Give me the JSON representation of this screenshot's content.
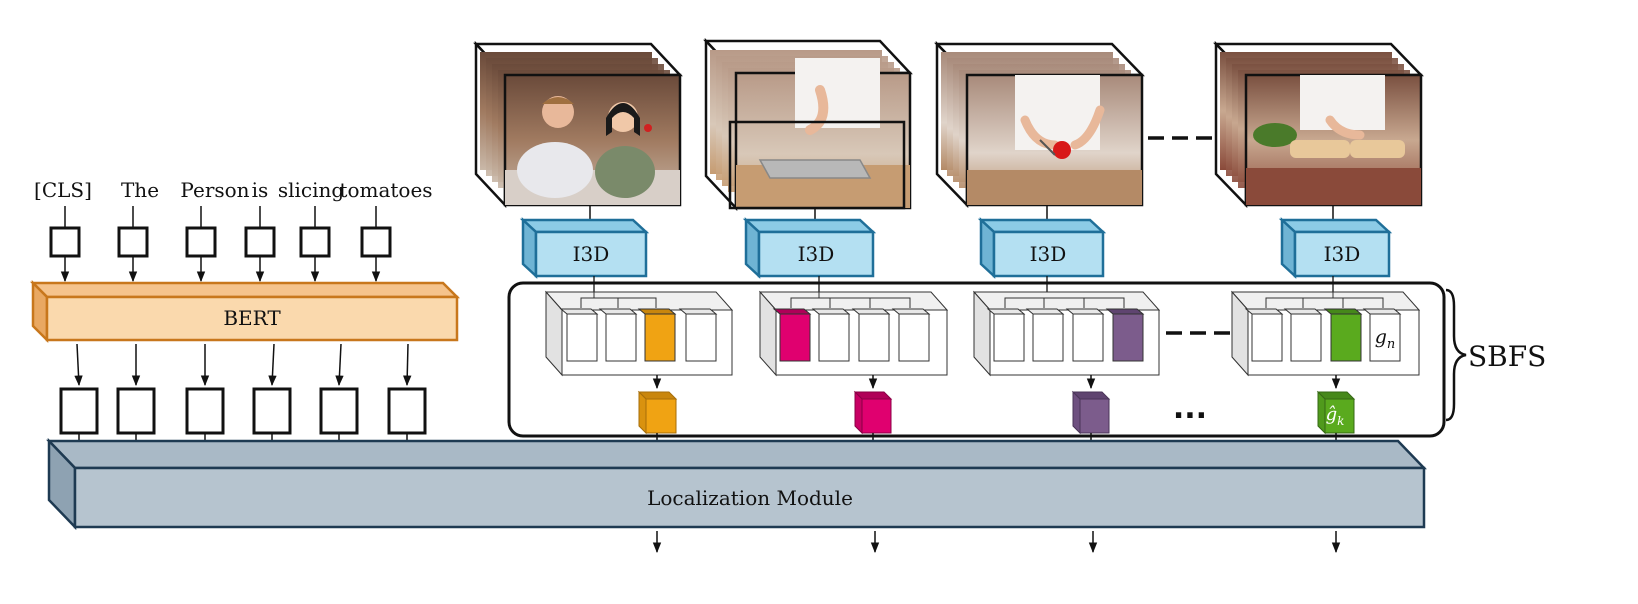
{
  "tokens": [
    "[CLS]",
    "The",
    "Person",
    "is",
    "slicing",
    "tomatoes"
  ],
  "bert_label": "BERT",
  "encoder_label": "I3D",
  "localization_label": "Localization Module",
  "sbfs_label": "SBFS",
  "ellipsis_label": "...",
  "gn_label": "g",
  "gn_sub": "n",
  "ghat_label": "ĝ",
  "ghat_sub": "k",
  "colors": {
    "bert_fill": "#fad9ad",
    "bert_stroke": "#c8771c",
    "i3d_fill": "#b4e0f2",
    "i3d_stroke": "#1f6f99",
    "loc_fill": "#b6c4cf",
    "loc_stroke": "#1e3a52",
    "orange": "#f0a313",
    "magenta": "#e0006f",
    "purple": "#7c5c8c",
    "green": "#5aaa1e"
  },
  "frame_scenes": [
    "people-talking-icon",
    "tray-icon",
    "cutting-tomato-icon",
    "sandwich-icon"
  ]
}
